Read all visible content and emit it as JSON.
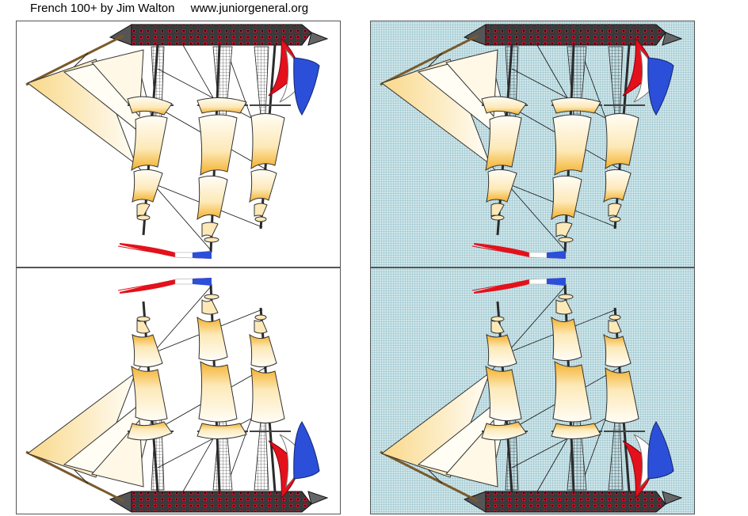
{
  "header": {
    "title": "French 100+ by Jim Walton",
    "site": "www.juniorgeneral.org"
  },
  "panels": [
    {
      "id": "p1",
      "view": "stern-up",
      "background": "white"
    },
    {
      "id": "p2",
      "view": "stern-up",
      "background": "light-blue"
    },
    {
      "id": "p3",
      "view": "stern-down",
      "background": "white"
    },
    {
      "id": "p4",
      "view": "stern-down",
      "background": "light-blue"
    }
  ],
  "colors": {
    "sail_light": "#fffaf0",
    "sail_gold": "#f5b930",
    "hull": "#3a3a3a",
    "gunport": "#c8102e",
    "flag_red": "#e3111b",
    "flag_white": "#ffffff",
    "flag_blue": "#2b4fd8",
    "rigging": "#000000"
  }
}
